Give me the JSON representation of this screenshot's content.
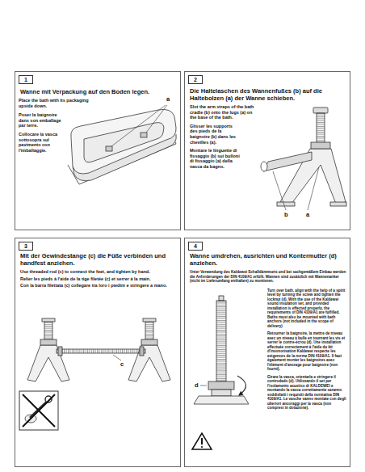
{
  "diagram": {
    "nodes": [
      {
        "text": [
          "Wanne mit Verpackung auf den Boden legen.",
          "Place the bath with its packaging upside down.",
          "Poser la baignoire dans son emballage par terre.",
          "Collocare la vasca sottosopra sul pavimento con l'imballaggie."
        ]
      },
      {
        "text": [
          "1"
        ],
        "in": 0
      },
      {
        "text": [
          "Die Haltelaschen des Wannenfußes (b) auf die Haltebolzen (a) der Wanne schieben.",
          "Slot the arm straps of the bath cradle (b) onto the lugs (a) on the base of the bath.",
          "Glisser les supports des pieds de la baignoire (b) dans les chevilles (a).",
          "Montare le linguette di fissaggio (b) sui bulloni di fissaggio (a) della vasca da bagno."
        ]
      },
      {
        "text": [
          "2"
        ],
        "in": 2
      },
      {
        "text": [
          "Mit der Gewindestange (c) die Füße verbinden und handfest anziehen.",
          "Use threaded rod (c) to connect the feet, and tighten by hand.",
          "Relier les pieds à l'aide de la tige filetée (c) et serrer à la main.",
          "Con la barra filettata (c) collegare tra loro i piedini e stringere a mano."
        ]
      },
      {
        "text": [
          "3"
        ],
        "in": 4
      },
      {
        "text": [
          "Wanne umdrehen, ausrichten und Kontermutter (d) anziehen.",
          "Unter Verwendung des Kaldewei Schalldämmsets und bei sachgemäßem Einbau werden die Anforderungen der DIN 4109/A1 erfüllt. Wannen sind zusätzlich mit Wannenanker (nicht im Lieferumfang enthalten) zu montieren.",
          "Turn over bath, align with the help of a spirit level by turning the screw and tighten the locknut (d). With the use of the Kaldewei sound insulation set, and provided installation is effected properly, the requirements of DIN 4109/A1 are fulfilled. Baths must also be mounted with bath anchors (not included in the scope of delivery)",
          "Retourner la baignoire, la mettre de niveau avec un niveau à bulle en tournant les vis et serrer le contre-écrou (d). Une installation effectuée correctement à l'aide du kit d'insonorisation Kaldewei respecte les exigences de la norme DIN 4109/A1. Il faut également monter les baignoires avec l'élément d'ancrage pour baignoire (non fourni).",
          "Girare la vasca, orientarla e stringere il controdado (d). Utilizzando il set per l'isolamento acustico di KALDEWEI e montando la vasca correttamente saranno soddisfatti i requisiti della normativa DIN 4109/A1. Le vasche vanno montate con degli ulteriori ancoraggi per la vasca (non compresi in dotazione)."
        ]
      },
      {
        "text": [
          "4"
        ],
        "in": 6
      }
    ],
    "labels": [
      "a",
      "b",
      "a",
      "c",
      "d"
    ]
  }
}
